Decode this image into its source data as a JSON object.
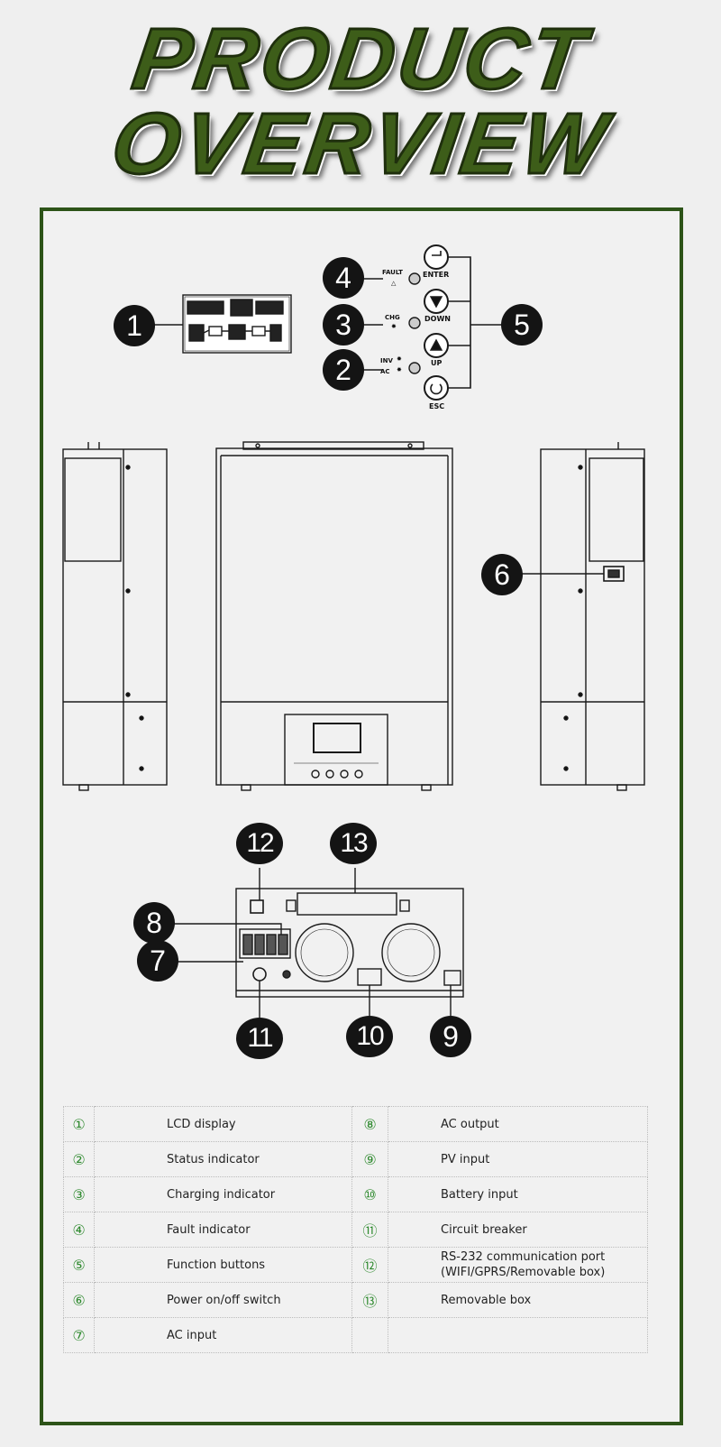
{
  "title": {
    "line1": "PRODUCT",
    "line2": "OVERVIEW"
  },
  "colors": {
    "title_green": "#3d5d19",
    "frame_green": "#2d5318",
    "legend_number_green": "#2f8a2f",
    "badge_black": "#141414"
  },
  "buttons": {
    "enter": "ENTER",
    "down": "DOWN",
    "up": "UP",
    "esc": "ESC"
  },
  "indicators": {
    "fault": "FAULT",
    "chg": "CHG",
    "inv": "INV",
    "ac": "AC"
  },
  "badges": [
    "1",
    "2",
    "3",
    "4",
    "5",
    "6",
    "7",
    "8",
    "9",
    "10",
    "11",
    "12",
    "13"
  ],
  "legend": {
    "left": [
      {
        "num": "①",
        "label": "LCD display"
      },
      {
        "num": "②",
        "label": "Status indicator"
      },
      {
        "num": "③",
        "label": "Charging indicator"
      },
      {
        "num": "④",
        "label": "Fault indicator"
      },
      {
        "num": "⑤",
        "label": "Function buttons"
      },
      {
        "num": "⑥",
        "label": "Power on/off switch"
      },
      {
        "num": "⑦",
        "label": "AC input"
      }
    ],
    "right": [
      {
        "num": "⑧",
        "label": "AC output"
      },
      {
        "num": "⑨",
        "label": "PV input"
      },
      {
        "num": "⑩",
        "label": "Battery input"
      },
      {
        "num": "⑪",
        "label": "Circuit breaker"
      },
      {
        "num": "⑫",
        "label": "RS-232 communication port",
        "label2": "(WIFI/GPRS/Removable box)"
      },
      {
        "num": "⑬",
        "label": "Removable box"
      }
    ]
  }
}
